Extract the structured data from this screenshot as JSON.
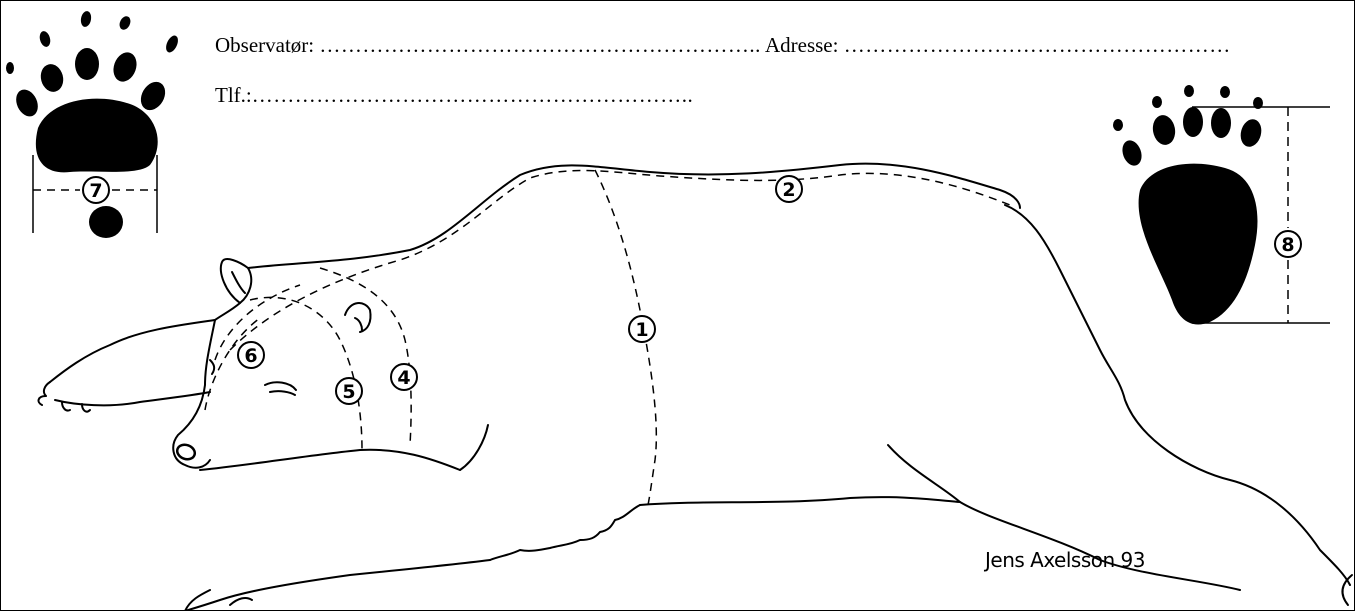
{
  "form": {
    "observer_label": "Observatør:",
    "observer_dots": "……………………………………………………..",
    "address_label": "Adresse:",
    "address_dots": "………………………………………………",
    "phone_label": "Tlf.:",
    "phone_dots": "…………………………………………………….."
  },
  "measurements": {
    "m1": "1",
    "m2": "2",
    "m4": "4",
    "m5": "5",
    "m6": "6",
    "m7": "7",
    "m8": "8"
  },
  "credit": "Jens Axelsson 93",
  "colors": {
    "ink": "#000000",
    "paper": "#ffffff"
  }
}
